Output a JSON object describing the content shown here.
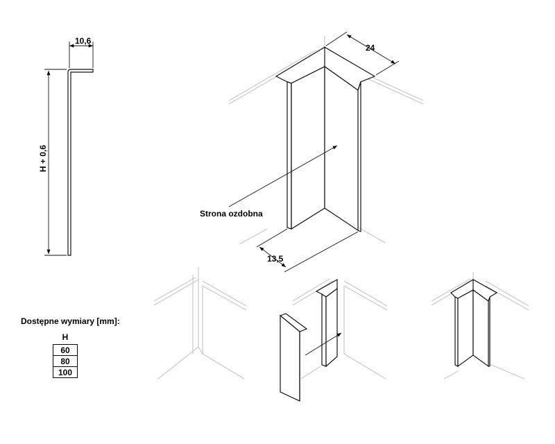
{
  "profile": {
    "width_label": "10,6",
    "height_label": "H + 0,6"
  },
  "main_view": {
    "depth_label": "24",
    "thickness_label": "13,5",
    "decor_side_label": "Strona ozdobna"
  },
  "sizes": {
    "title": "Dostępne wymiary [mm]:",
    "column": "H",
    "values": [
      "60",
      "80",
      "100"
    ]
  }
}
